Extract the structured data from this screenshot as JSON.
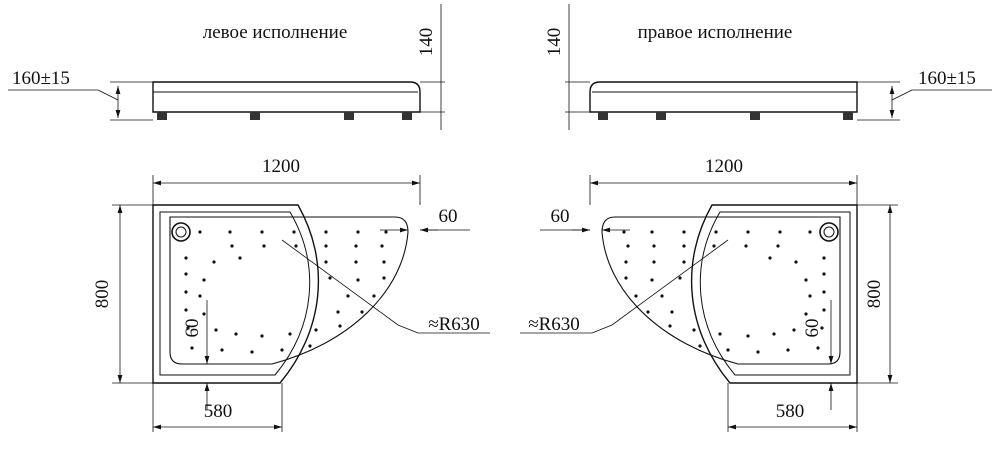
{
  "left_variant": {
    "caption": "левое исполнение",
    "side_height_label": "140",
    "leg_height_label": "160±15",
    "width_label": "1200",
    "depth_label": "800",
    "straight_len_label": "580",
    "rim_right_label": "60",
    "rim_bottom_label": "60",
    "radius_label": "≈R630"
  },
  "right_variant": {
    "caption": "правое исполнение",
    "side_height_label": "140",
    "leg_height_label": "160±15",
    "width_label": "1200",
    "depth_label": "800",
    "straight_len_label": "580",
    "rim_left_label": "60",
    "rim_bottom_label": "60",
    "radius_label": "≈R630"
  },
  "colors": {
    "line": "#111111",
    "background": "#ffffff"
  }
}
